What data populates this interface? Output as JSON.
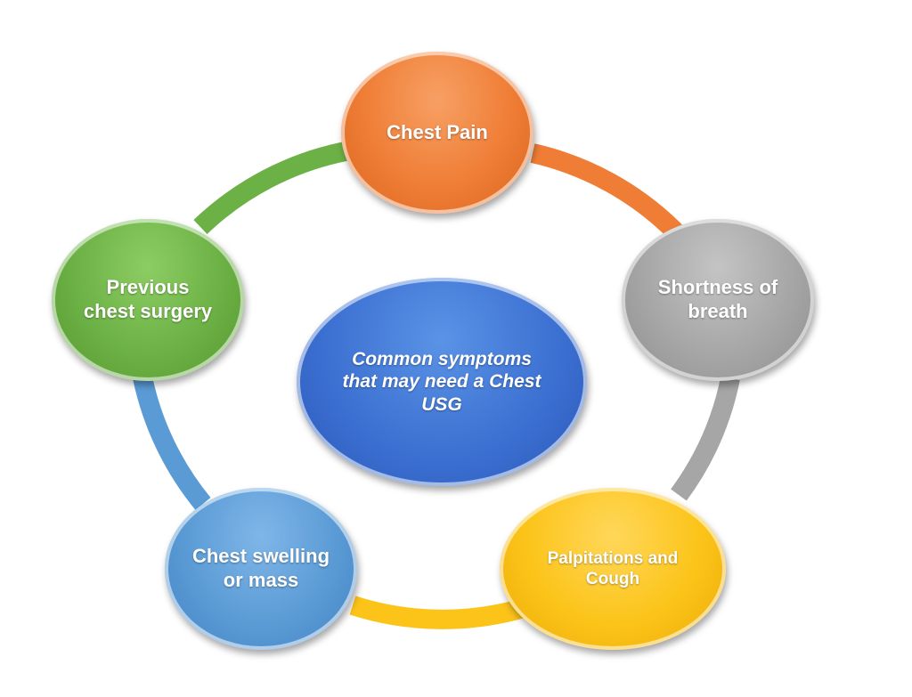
{
  "diagram": {
    "center": {
      "text": "Common symptoms that may need a Chest USG",
      "color": "#3a6ed0"
    },
    "nodes": [
      {
        "id": "chest-pain",
        "text": "Chest Pain",
        "color": "#ef7d35"
      },
      {
        "id": "shortness",
        "text": "Shortness of breath",
        "color": "#a6a6a6"
      },
      {
        "id": "palpitations",
        "text": "Palpitations and Cough",
        "color": "#fcc419"
      },
      {
        "id": "swelling",
        "text": "Chest swelling or mass",
        "color": "#5b9bd5"
      },
      {
        "id": "previous",
        "text": "Previous chest surgery",
        "color": "#6cb145"
      }
    ],
    "ring_segment_colors": [
      "#ef7d35",
      "#a6a6a6",
      "#fcc419",
      "#5b9bd5",
      "#6cb145"
    ]
  }
}
